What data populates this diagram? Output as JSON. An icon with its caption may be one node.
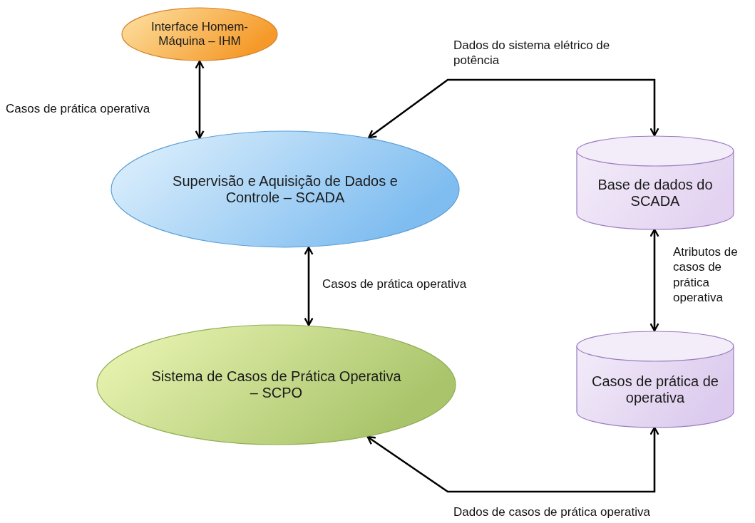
{
  "diagram": {
    "nodes": [
      {
        "text": [
          "Interface Homem-Máquina – IHM"
        ]
      },
      {
        "text": [
          "Supervisão e Aquisição de Dados e Controle – SCADA"
        ]
      },
      {
        "text": [
          "Sistema de Casos de Prática Operativa – SCPO"
        ]
      },
      {
        "text": [
          "Base de dados do SCADA"
        ]
      },
      {
        "text": [
          "Casos de prática de operativa"
        ]
      }
    ],
    "edges": [
      {
        "from": 0,
        "to": 1,
        "arrow": "both",
        "label": "Casos de prática operativa"
      },
      {
        "from": 1,
        "to": 2,
        "arrow": "both",
        "label": "Casos de prática operativa"
      },
      {
        "from": 1,
        "to": 3,
        "arrow": "both",
        "label": "Dados do sistema elétrico de potência"
      },
      {
        "from": 3,
        "to": 4,
        "arrow": "both",
        "label": "Atributos de casos de prática operativa"
      },
      {
        "from": 4,
        "to": 2,
        "arrow": "both",
        "label": "Dados de casos de prática operativa"
      }
    ]
  }
}
